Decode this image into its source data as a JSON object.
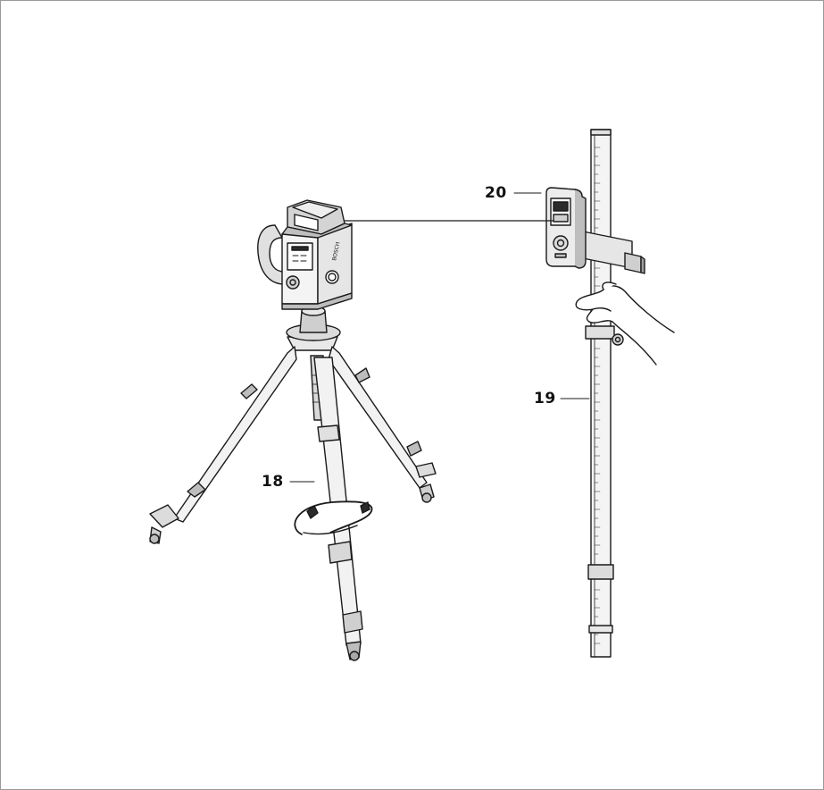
{
  "callouts": {
    "tripod": "18",
    "measuring_rod": "19",
    "laser_receiver": "20"
  },
  "device": {
    "brand_text": "BOSCH"
  },
  "colors": {
    "line": "#1a1a1a",
    "fill_light": "#f2f2f2",
    "fill_mid": "#d9d9d9",
    "fill_dark": "#8c8c8c",
    "frame": "#9a9a9a"
  }
}
